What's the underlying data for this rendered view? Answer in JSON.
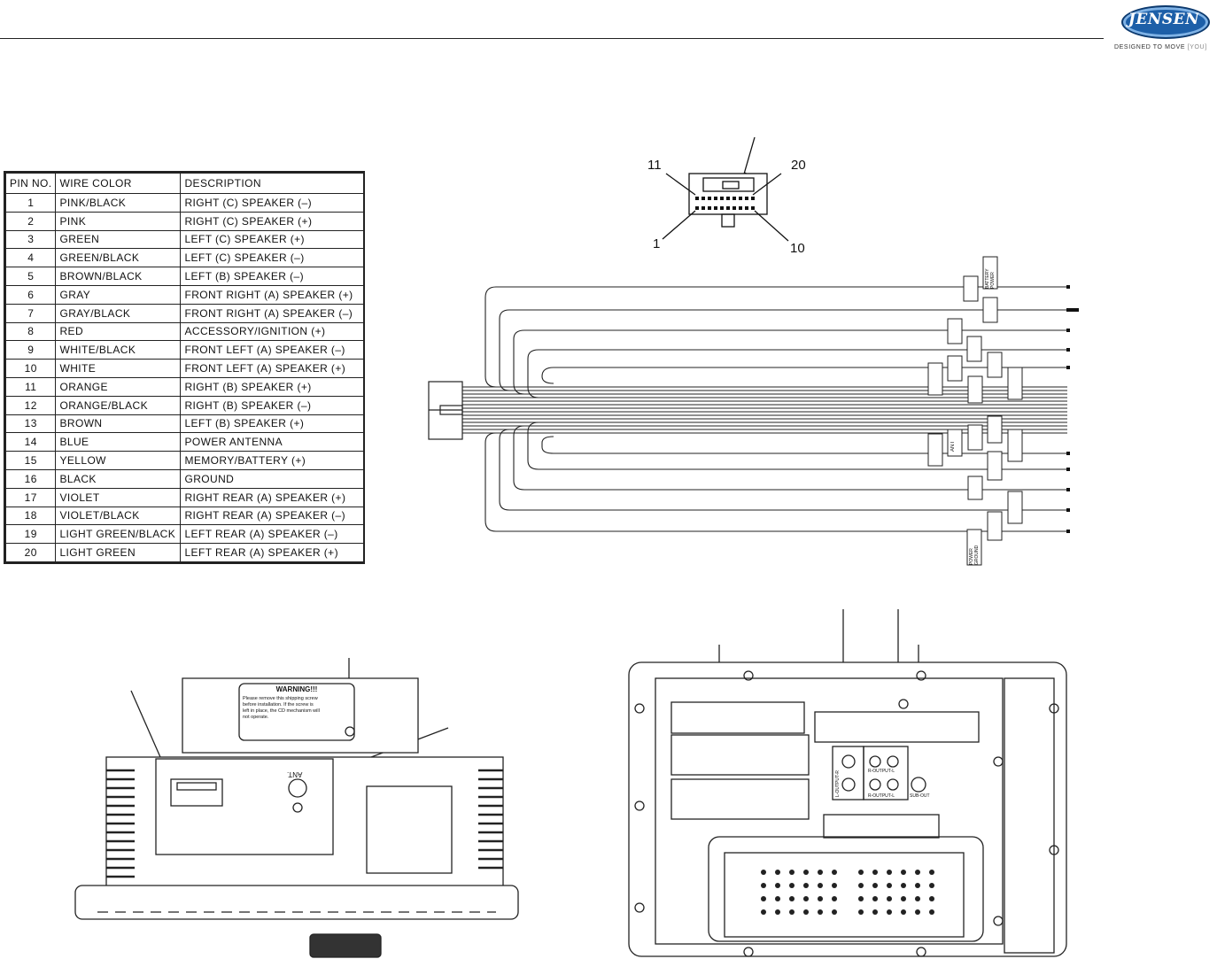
{
  "brand": {
    "logo_text": "JENSEN",
    "tagline": "DESIGNED TO MOVE",
    "tagline_you": "[YOU]"
  },
  "pin_table": {
    "headers": [
      "PIN NO.",
      "WIRE COLOR",
      "DESCRIPTION"
    ],
    "rows": [
      {
        "pin": "1",
        "color": "PINK/BLACK",
        "description": "RIGHT (C) SPEAKER (–)"
      },
      {
        "pin": "2",
        "color": "PINK",
        "description": "RIGHT (C) SPEAKER (+)"
      },
      {
        "pin": "3",
        "color": "GREEN",
        "description": "LEFT (C) SPEAKER (+)"
      },
      {
        "pin": "4",
        "color": "GREEN/BLACK",
        "description": "LEFT (C) SPEAKER (–)"
      },
      {
        "pin": "5",
        "color": "BROWN/BLACK",
        "description": "LEFT (B) SPEAKER (–)"
      },
      {
        "pin": "6",
        "color": "GRAY",
        "description": "FRONT RIGHT (A) SPEAKER (+)"
      },
      {
        "pin": "7",
        "color": "GRAY/BLACK",
        "description": "FRONT RIGHT (A) SPEAKER (–)"
      },
      {
        "pin": "8",
        "color": "RED",
        "description": "ACCESSORY/IGNITION (+)"
      },
      {
        "pin": "9",
        "color": "WHITE/BLACK",
        "description": "FRONT LEFT (A) SPEAKER (–)"
      },
      {
        "pin": "10",
        "color": "WHITE",
        "description": "FRONT LEFT (A) SPEAKER (+)"
      },
      {
        "pin": "11",
        "color": "ORANGE",
        "description": "RIGHT (B) SPEAKER (+)"
      },
      {
        "pin": "12",
        "color": "ORANGE/BLACK",
        "description": "RIGHT (B) SPEAKER (–)"
      },
      {
        "pin": "13",
        "color": "BROWN",
        "description": "LEFT (B) SPEAKER (+)"
      },
      {
        "pin": "14",
        "color": "BLUE",
        "description": "POWER ANTENNA"
      },
      {
        "pin": "15",
        "color": "YELLOW",
        "description": "MEMORY/BATTERY (+)"
      },
      {
        "pin": "16",
        "color": "BLACK",
        "description": "GROUND"
      },
      {
        "pin": "17",
        "color": "VIOLET",
        "description": "RIGHT REAR (A) SPEAKER (+)"
      },
      {
        "pin": "18",
        "color": "VIOLET/BLACK",
        "description": "RIGHT REAR (A) SPEAKER (–)"
      },
      {
        "pin": "19",
        "color": "LIGHT GREEN/BLACK",
        "description": "LEFT REAR (A) SPEAKER (–)"
      },
      {
        "pin": "20",
        "color": "LIGHT GREEN",
        "description": "LEFT REAR (A) SPEAKER (+)"
      }
    ]
  },
  "connector": {
    "pin_11": "11",
    "pin_20": "20",
    "pin_1": "1",
    "pin_10": "10"
  },
  "harness_tags": {
    "battery": "BATTERY POWER",
    "power_ground": "POWER GROUND",
    "ant": "ANT"
  },
  "back_panel": {
    "warning_title": "WARNING!!!",
    "warning_lines": [
      "Please remove this shipping screw",
      "before installation. If the screw is",
      "left in place, the CD mechanism will",
      "not operate."
    ],
    "ant_label": "ANT."
  },
  "rear_panel": {
    "output_label_1": "L-OUTPUT-R",
    "output_label_2": "R-OUTPUT-L",
    "output_label_3": "R-OUTPUT-L",
    "sub_out": "SUB-OUT"
  }
}
